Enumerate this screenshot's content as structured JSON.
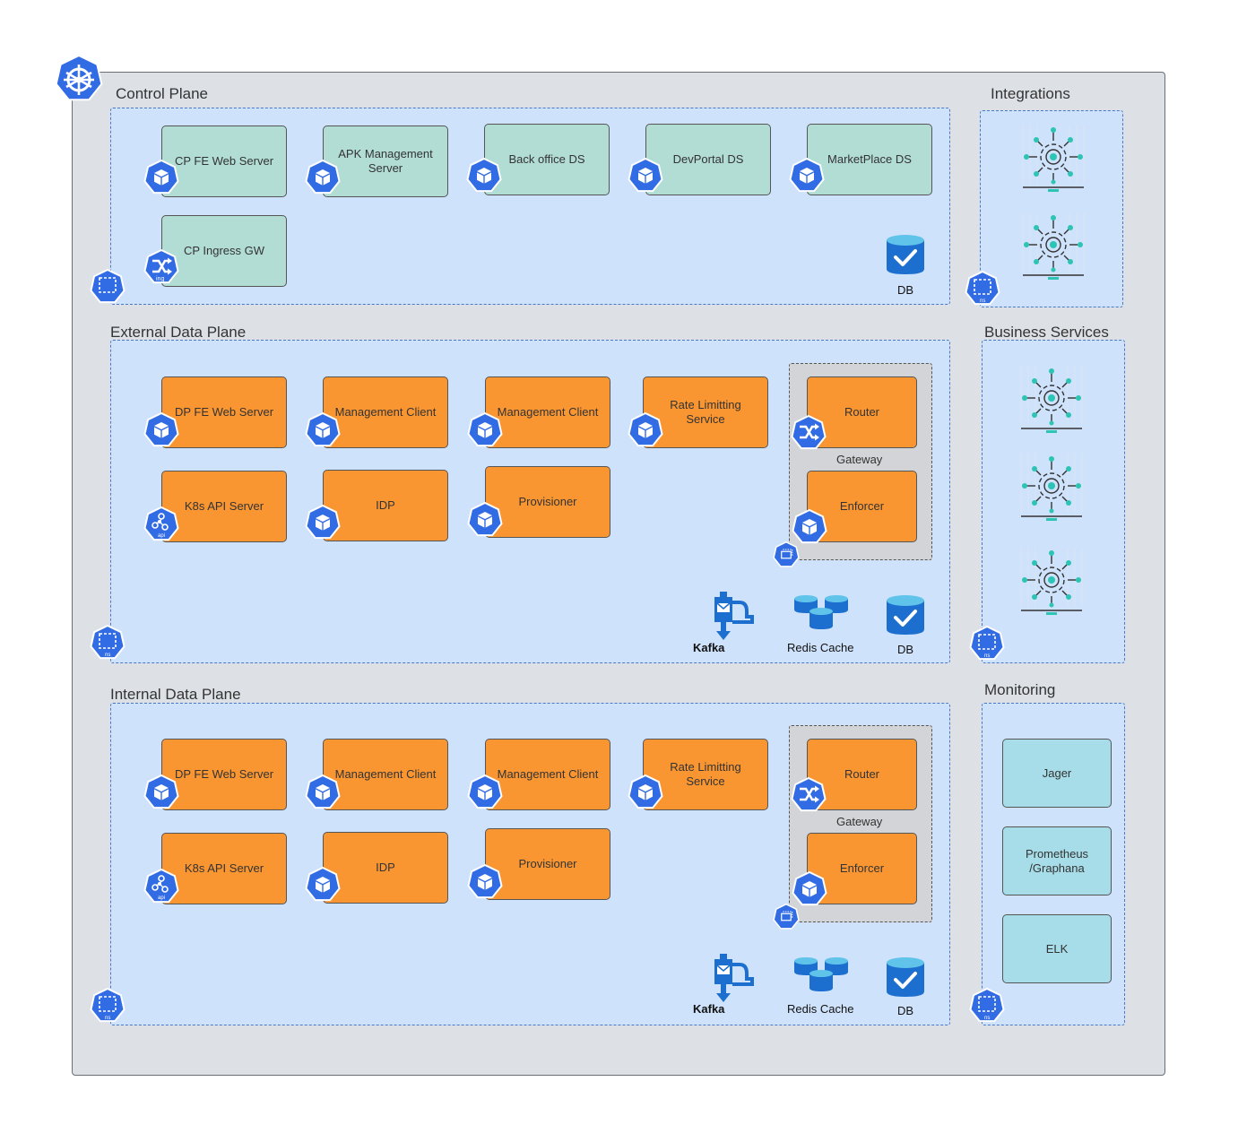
{
  "sections": {
    "control_plane": "Control Plane",
    "external_data_plane": "External Data Plane",
    "internal_data_plane": "Internal Data Plane",
    "integrations": "Integrations",
    "business_services": "Business Services",
    "monitoring": "Monitoring"
  },
  "control_plane": {
    "services": [
      "CP FE Web Server",
      "APK Management Server",
      "Back office DS",
      "DevPortal DS",
      "MarketPlace DS"
    ],
    "ingress": "CP Ingress GW",
    "db": "DB"
  },
  "external": {
    "row1": [
      "DP FE Web Server",
      "Management Client",
      "Management Client",
      "Rate Limitting Service"
    ],
    "row2": [
      "K8s API Server",
      "IDP",
      "Provisioner"
    ],
    "gateway": {
      "label": "Gateway",
      "router": "Router",
      "enforcer": "Enforcer"
    },
    "kafka": "Kafka",
    "redis": "Redis Cache",
    "db": "DB"
  },
  "internal": {
    "row1": [
      "DP FE Web Server",
      "Management Client",
      "Management Client",
      "Rate Limitting Service"
    ],
    "row2": [
      "K8s API Server",
      "IDP",
      "Provisioner"
    ],
    "gateway": {
      "label": "Gateway",
      "router": "Router",
      "enforcer": "Enforcer"
    },
    "kafka": "Kafka",
    "redis": "Redis Cache",
    "db": "DB"
  },
  "monitoring": {
    "items": [
      "Jager",
      "Prometheus /Graphana",
      "ELK"
    ]
  },
  "badge_text": {
    "ns": "ns",
    "ing": "ing",
    "api": "api"
  },
  "colors": {
    "cluster_bg": "#dde1e6",
    "namespace_bg": "#cfe2fb",
    "control_card": "#b2ddd5",
    "data_card": "#fa9632",
    "monitor_card": "#a7dde8",
    "k8s_blue": "#326ce5",
    "integration_teal": "#2cc4b4"
  },
  "icons": [
    "kubernetes-logo",
    "pod-icon",
    "ingress-icon",
    "api-icon",
    "namespace-icon",
    "replicaset-icon",
    "database-icon",
    "kafka-icon",
    "redis-icon",
    "integration-gear-icon"
  ]
}
